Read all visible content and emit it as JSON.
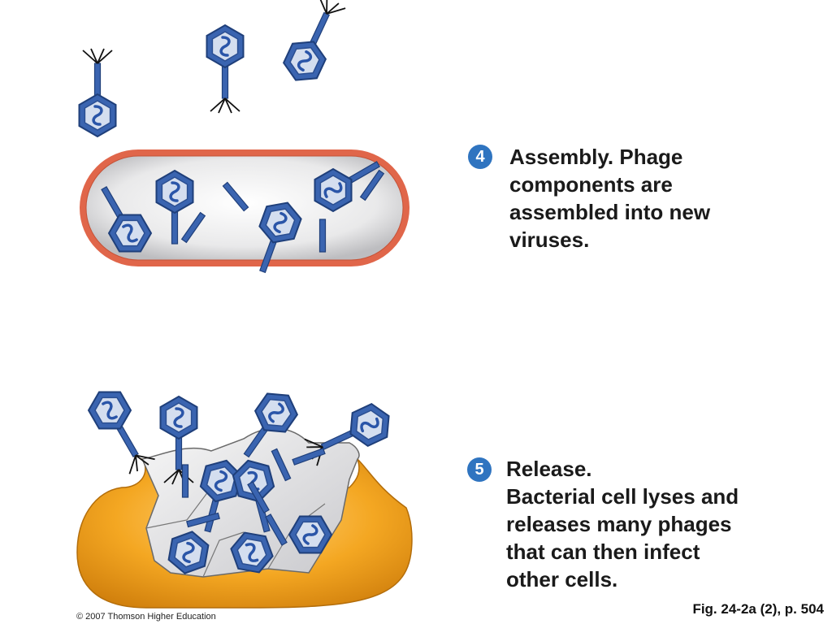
{
  "steps": [
    {
      "number": "4",
      "lines": [
        "Assembly. Phage",
        "components are",
        "assembled into new",
        "viruses."
      ]
    },
    {
      "number": "5",
      "lines": [
        "Release.",
        "Bacterial cell lyses and",
        "releases many phages",
        "that can then infect",
        "other cells."
      ]
    }
  ],
  "copyright": "© 2007 Thomson Higher Education",
  "figure_ref": "Fig. 24-2a (2), p. 504",
  "colors": {
    "capsid_fill": "#3a64b0",
    "capsid_inner": "#c9d6ea",
    "cell_wall_assembly": "#e0664a",
    "cell_lysed": "#f0a020",
    "step_badge": "#2f74c0"
  }
}
